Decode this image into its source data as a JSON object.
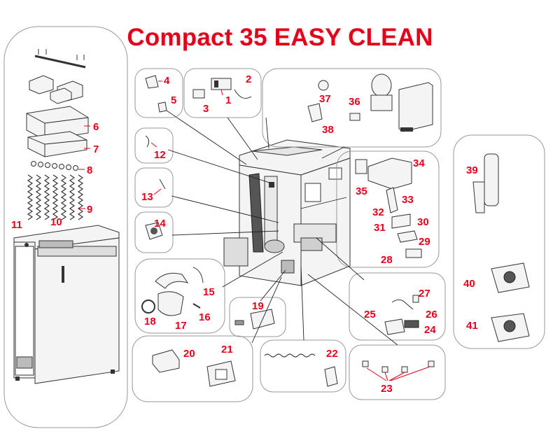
{
  "title": "Compact 35 EASY CLEAN",
  "accent_color": "#e3001b",
  "parts": [
    {
      "id": "1",
      "label": "1"
    },
    {
      "id": "2",
      "label": "2"
    },
    {
      "id": "3",
      "label": "3"
    },
    {
      "id": "4",
      "label": "4"
    },
    {
      "id": "5",
      "label": "5"
    },
    {
      "id": "6",
      "label": "6"
    },
    {
      "id": "7",
      "label": "7"
    },
    {
      "id": "8",
      "label": "8"
    },
    {
      "id": "9",
      "label": "9"
    },
    {
      "id": "10",
      "label": "10"
    },
    {
      "id": "11",
      "label": "11"
    },
    {
      "id": "12",
      "label": "12"
    },
    {
      "id": "13",
      "label": "13"
    },
    {
      "id": "14",
      "label": "14"
    },
    {
      "id": "15",
      "label": "15"
    },
    {
      "id": "16",
      "label": "16"
    },
    {
      "id": "17",
      "label": "17"
    },
    {
      "id": "18",
      "label": "18"
    },
    {
      "id": "19",
      "label": "19"
    },
    {
      "id": "20",
      "label": "20"
    },
    {
      "id": "21",
      "label": "21"
    },
    {
      "id": "22",
      "label": "22"
    },
    {
      "id": "23",
      "label": "23"
    },
    {
      "id": "24",
      "label": "24"
    },
    {
      "id": "25",
      "label": "25"
    },
    {
      "id": "26",
      "label": "26"
    },
    {
      "id": "27",
      "label": "27"
    },
    {
      "id": "28",
      "label": "28"
    },
    {
      "id": "29",
      "label": "29"
    },
    {
      "id": "30",
      "label": "30"
    },
    {
      "id": "31",
      "label": "31"
    },
    {
      "id": "32",
      "label": "32"
    },
    {
      "id": "33",
      "label": "33"
    },
    {
      "id": "34",
      "label": "34"
    },
    {
      "id": "35",
      "label": "35"
    },
    {
      "id": "36",
      "label": "36"
    },
    {
      "id": "37",
      "label": "37"
    },
    {
      "id": "38",
      "label": "38"
    },
    {
      "id": "39",
      "label": "39"
    },
    {
      "id": "40",
      "label": "40"
    },
    {
      "id": "41",
      "label": "41"
    }
  ]
}
